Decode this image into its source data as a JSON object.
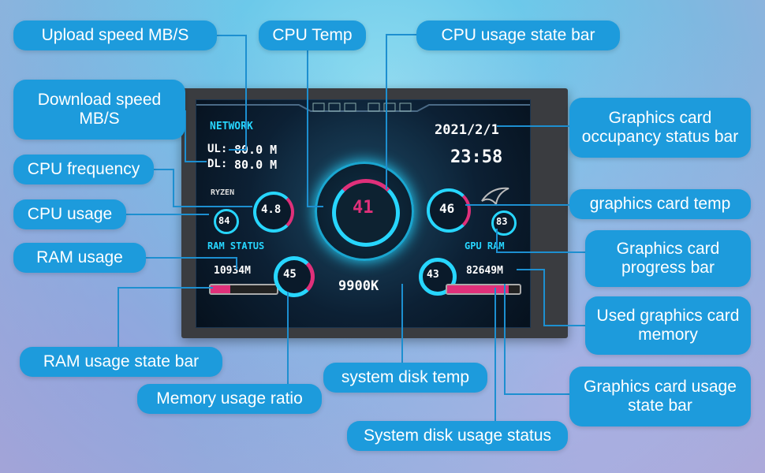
{
  "callouts": {
    "upload": "Upload speed MB/S",
    "cpu_temp": "CPU Temp",
    "cpu_bar": "CPU usage state bar",
    "download": "Download speed MB/S",
    "gpu_occ_bar": "Graphics card occupancy status bar",
    "cpu_freq": "CPU frequency",
    "gpu_temp": "graphics card temp",
    "cpu_usage": "CPU usage",
    "gpu_progress": "Graphics card progress bar",
    "ram_usage": "RAM usage",
    "used_gpu_mem": "Used graphics card memory",
    "ram_bar": "RAM usage state bar",
    "disk_temp": "system disk temp",
    "gpu_usage_bar": "Graphics card usage state bar",
    "mem_ratio": "Memory usage ratio",
    "disk_status": "System disk usage status"
  },
  "screen": {
    "network_title": "NETWORK",
    "ul_label": "UL:",
    "ul_value": "80.0 M",
    "dl_label": "DL:",
    "dl_value": "80.0 M",
    "date": "2021/2/1",
    "time": "23:58",
    "cpu_brand": "RYZEN",
    "cpu_freq": "4.8",
    "cpu_usage": "84",
    "cpu_temp": "41",
    "gpu_temp": "46",
    "gpu_usage": "83",
    "ram_status": "RAM STATUS",
    "gpu_ram": "GPU RAM",
    "ram_used": "10934M",
    "mem_ratio": "45",
    "cpu_model": "9900K",
    "disk_temp": "43",
    "gpu_mem_used": "82649M",
    "ram_bar_fill": 0.3,
    "gpu_bar_fill": 0.85
  },
  "colors": {
    "callout_bg": "#1d9bdc",
    "lcd_cyan": "#27d6ff",
    "lcd_pink": "#e0307a"
  }
}
